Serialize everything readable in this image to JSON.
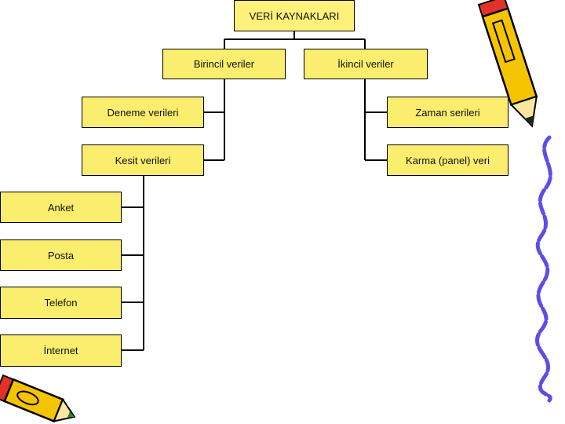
{
  "diagram": {
    "root": "VERİ KAYNAKLARI",
    "primary": {
      "label": "Birincil veriler",
      "children": [
        "Deneme verileri",
        "Kesit verileri"
      ],
      "methods": [
        "Anket",
        "Posta",
        "Telefon",
        "İnternet"
      ]
    },
    "secondary": {
      "label": "İkincil veriler",
      "children": [
        "Zaman serileri",
        "Karma (panel) veri"
      ]
    }
  },
  "colors": {
    "node_fill": "#fbee6e",
    "line": "#000000",
    "pencil_body": "#f5c400",
    "pencil_trim": "#e0322a",
    "squiggle": "#5b4fe6"
  },
  "decorations": [
    "pencil-icon-top-right",
    "pencil-icon-bottom-left",
    "squiggle-line-right"
  ]
}
